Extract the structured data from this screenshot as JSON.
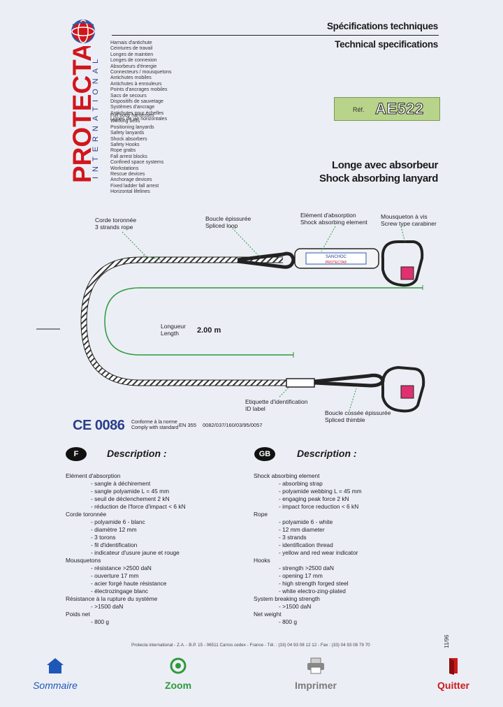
{
  "header": {
    "title_fr": "Spécifications techniques",
    "title_en": "Technical specifications"
  },
  "brand": {
    "name": "PROTECTA",
    "sub": "INTERNATIONAL"
  },
  "product_list_fr": [
    "Harnais d'antichute",
    "Ceintures de travail",
    "Longes de maintien",
    "Longes de connexion",
    "Absorbeurs d'énergie",
    "Connecteurs / mousquetons",
    "Antichutes mobiles",
    "Antichutes à enrouleurs",
    "Points d'ancrages mobiles",
    "Sacs de secours",
    "Dispositifs de sauvetage",
    "Systèmes d'ancrage",
    "Antichutes pour échelles",
    "Lignes de vie horizontales"
  ],
  "product_list_en": [
    "Full body harnesses",
    "Working belts",
    "Positioning lanyards",
    "Safety lanyards",
    "Shock absorbers",
    "Safety Hooks",
    "Rope grabs",
    "Fall arrest blocks",
    "Confined space systems",
    "Workstations",
    "Rescue devices",
    "Anchorage devices",
    "Fixed ladder fall arrest",
    "Horizontal lifelines"
  ],
  "reference": {
    "label": "Réf.",
    "code": "AE522"
  },
  "product_title": {
    "fr": "Longe avec absorbeur",
    "en": "Shock absorbing lanyard"
  },
  "diagram": {
    "rope_fr": "Corde toronnée",
    "rope_en": "3 strands rope",
    "loop_fr": "Boucle épissurée",
    "loop_en": "Spliced loop",
    "absorber_fr": "Elément d'absorption",
    "absorber_en": "Shock absorbing element",
    "carabiner_fr": "Mousqueton à vis",
    "carabiner_en": "Screw type carabiner",
    "length_fr": "Longueur",
    "length_en": "Length",
    "length_value": "2.00 m",
    "id_fr": "Etiquette d'identification",
    "id_en": "ID label",
    "thimble_fr": "Boucle cossée épissurée",
    "thimble_en": "Spliced thimble",
    "absorber_brand": "SANCHOC",
    "absorber_logo": "PROTECTA®"
  },
  "certification": {
    "mark": "CE 0086",
    "conform_fr": "Conforme à la norme",
    "conform_en": "Comply with standard",
    "standard": "EN 355",
    "number": "0082/037/160/03/95/0057"
  },
  "description": {
    "heading": "Description :",
    "fr_badge": "F",
    "gb_badge": "GB",
    "fr": [
      {
        "t": "Elément d'absorption",
        "i": false
      },
      {
        "t": "- sangle à déchirement",
        "i": true
      },
      {
        "t": "- sangle polyamide L = 45 mm",
        "i": true
      },
      {
        "t": "- seuil de déclenchement 2 kN",
        "i": true
      },
      {
        "t": "- réduction de l'force d'impact < 6 kN",
        "i": true
      },
      {
        "t": "Corde toronnée",
        "i": false
      },
      {
        "t": "- polyamide 6 - blanc",
        "i": true
      },
      {
        "t": "- diamètre 12 mm",
        "i": true
      },
      {
        "t": "- 3 torons",
        "i": true
      },
      {
        "t": "- fil d'identification",
        "i": true
      },
      {
        "t": "- indicateur d'usure jaune et rouge",
        "i": true
      },
      {
        "t": "Mousquetons",
        "i": false
      },
      {
        "t": "- résistance >2500 daN",
        "i": true
      },
      {
        "t": "- ouverture 17 mm",
        "i": true
      },
      {
        "t": "- acier forgé haute résistance",
        "i": true
      },
      {
        "t": "- électrozingage blanc",
        "i": true
      },
      {
        "t": "Résistance à la rupture du système",
        "i": false
      },
      {
        "t": "- >1500 daN",
        "i": true
      },
      {
        "t": "Poids net",
        "i": false
      },
      {
        "t": "- 800 g",
        "i": true
      }
    ],
    "en": [
      {
        "t": "Shock absorbing element",
        "i": false
      },
      {
        "t": "- absorbing strap",
        "i": true
      },
      {
        "t": "- polyamide webbing L = 45 mm",
        "i": true
      },
      {
        "t": "- engaging peak force 2 kN",
        "i": true
      },
      {
        "t": "- impact force reduction < 6 kN",
        "i": true
      },
      {
        "t": "Rope",
        "i": false
      },
      {
        "t": "- polyamide 6 - white",
        "i": true
      },
      {
        "t": "- 12 mm diameter",
        "i": true
      },
      {
        "t": "- 3 strands",
        "i": true
      },
      {
        "t": "- identification thread",
        "i": true
      },
      {
        "t": "- yellow and red wear indicator",
        "i": true
      },
      {
        "t": "Hooks",
        "i": false
      },
      {
        "t": "- strength >2500 daN",
        "i": true
      },
      {
        "t": "- opening 17 mm",
        "i": true
      },
      {
        "t": "- high strength forged steel",
        "i": true
      },
      {
        "t": "- white electro-zing-plated",
        "i": true
      },
      {
        "t": "System breaking strength",
        "i": false
      },
      {
        "t": "- >1500 daN",
        "i": true
      },
      {
        "t": "Net weight",
        "i": false
      },
      {
        "t": "- 800 g",
        "i": true
      }
    ]
  },
  "address": "Protecta international - Z.A. - B.P. 15 - 06511 Carros cedex - France - Tél. : (33) 04 93 08 12 12 - Fax : (33) 04 93 08 79 70",
  "date_code": "11/96",
  "nav": {
    "home": "Sommaire",
    "zoom": "Zoom",
    "print": "Imprimer",
    "quit": "Quitter"
  },
  "colors": {
    "brand_red": "#d0161c",
    "ref_green": "#b8d38a",
    "nav_blue": "#1d58b8",
    "nav_green": "#2d9a3a",
    "nav_gray": "#7a7a7a",
    "nav_red": "#cc1a1a"
  }
}
